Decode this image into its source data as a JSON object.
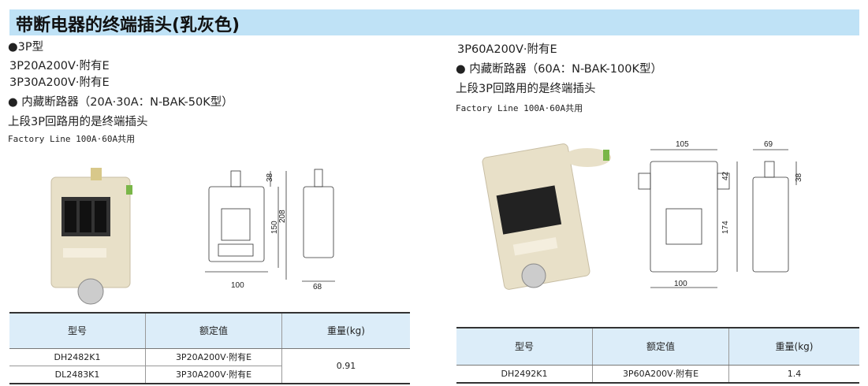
{
  "title": "带断电器的终端插头(乳灰色)",
  "left": {
    "type": "●3P型",
    "lines": [
      "3P20A200V·附有E",
      "3P30A200V·附有E",
      "● 内藏断路器（20A·30A：N-BAK-50K型）",
      "上段3P回路用的是终端插头"
    ],
    "note": "Factory Line 100A·60A共用",
    "dims": {
      "top": "38",
      "height": "150",
      "total": "208",
      "width": "100",
      "depth": "68"
    },
    "table": {
      "headers": [
        "型号",
        "额定值",
        "重量(kg)"
      ],
      "rows": [
        [
          "DH2482K1",
          "3P20A200V·附有E"
        ],
        [
          "DL2483K1",
          "3P30A200V·附有E"
        ]
      ],
      "weight": "0.91"
    }
  },
  "right": {
    "lines": [
      "3P60A200V·附有E",
      "● 内藏断路器（60A：N-BAK-100K型）",
      "上段3P回路用的是终端插头"
    ],
    "note": "Factory Line 100A·60A共用",
    "dims": {
      "top_width": "105",
      "depth": "69",
      "top": "42",
      "side_top": "38",
      "height": "174",
      "width": "100"
    },
    "table": {
      "headers": [
        "型号",
        "额定值",
        "重量(kg)"
      ],
      "rows": [
        [
          "DH2492K1",
          "3P60A200V·附有E",
          "1.4"
        ]
      ]
    }
  }
}
